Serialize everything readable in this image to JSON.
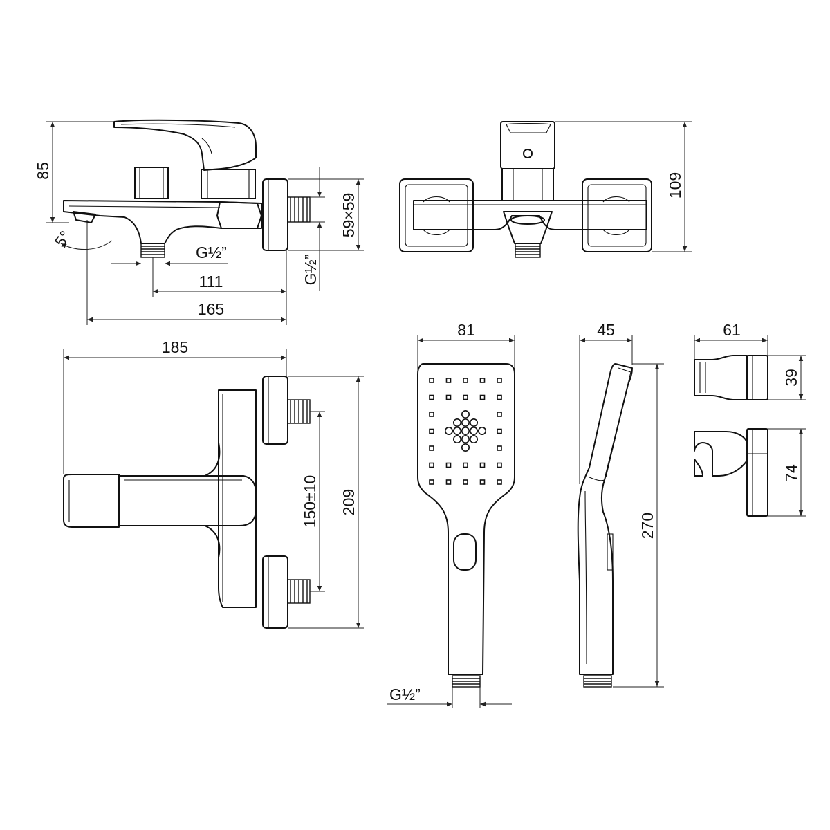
{
  "dimensions": {
    "side_height": "85",
    "side_angle": "5°",
    "side_thread": "G½”",
    "side_outlet": "111",
    "side_depth": "165",
    "side_flange": "59×59",
    "side_inlet_thread": "G½”",
    "front_height": "109",
    "top_width": "185",
    "top_spacing": "150±10",
    "top_depth": "209",
    "shower_width": "81",
    "shower_thickness": "45",
    "shower_length": "270",
    "shower_thread": "G½”",
    "holder_width": "61",
    "holder_depth": "39",
    "holder_height": "74"
  }
}
